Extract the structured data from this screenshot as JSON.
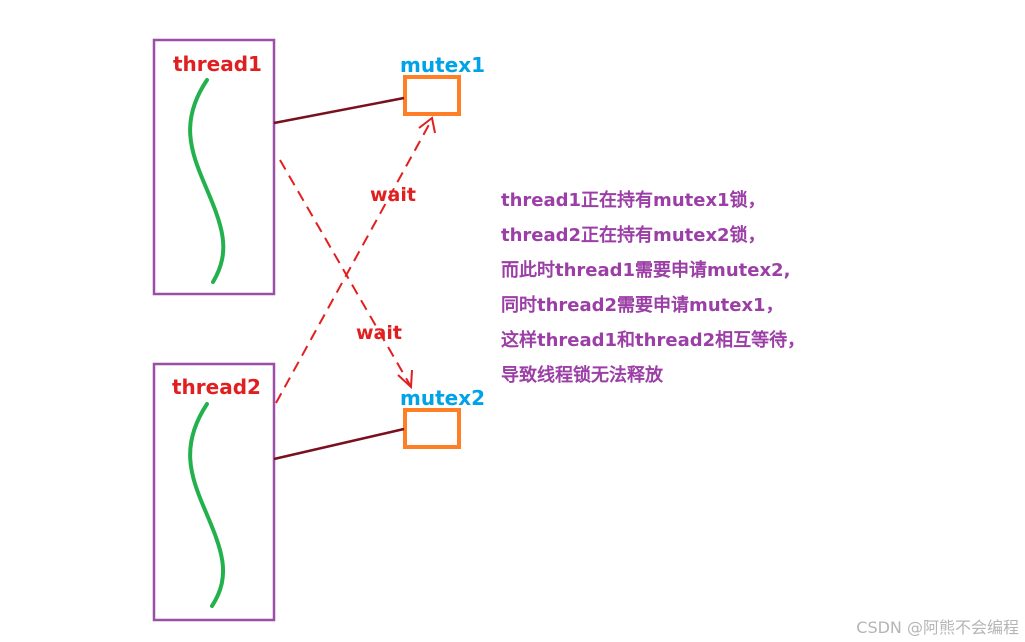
{
  "threads": [
    {
      "id": "thread1",
      "label": "thread1"
    },
    {
      "id": "thread2",
      "label": "thread2"
    }
  ],
  "mutexes": [
    {
      "id": "mutex1",
      "label": "mutex1"
    },
    {
      "id": "mutex2",
      "label": "mutex2"
    }
  ],
  "wait_labels": [
    "wait",
    "wait"
  ],
  "description_lines": [
    "thread1正在持有mutex1锁，",
    "thread2正在持有mutex2锁，",
    "而此时thread1需要申请mutex2,",
    "同时thread2需要申请mutex1，",
    "这样thread1和thread2相互等待，",
    "导致线程锁无法释放"
  ],
  "watermark": "CSDN @阿熊不会编程",
  "colors": {
    "thread_box": "#9b4fa6",
    "thread_label": "#e02020",
    "thread_curve": "#22b14c",
    "mutex_box": "#ff7f27",
    "mutex_label": "#00a2e8",
    "hold_line": "#7a0f1e",
    "wait_arrow": "#e02020",
    "description": "#9b3fa6"
  }
}
